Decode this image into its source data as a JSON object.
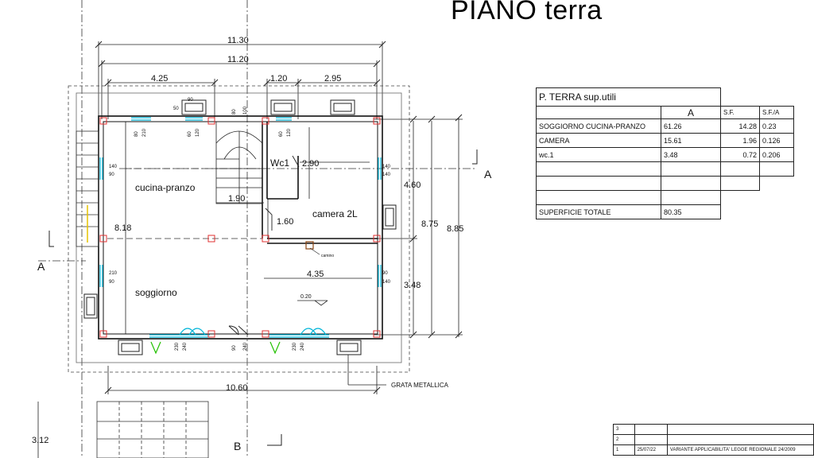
{
  "title": "PIANO terra",
  "dims": {
    "top_total_outer": "11.30",
    "top_total_inner": "11.20",
    "top_left": "4.25",
    "top_mid": "1.20",
    "top_right": "2.95",
    "wc_width": "2.90",
    "stair_width": "1.90",
    "wc_height": "1.60",
    "camera_width": "4.35",
    "right_upper": "4.60",
    "right_lower": "3.48",
    "right_inner": "8.75",
    "right_outer": "8.85",
    "left_height": "8.18",
    "bottom_total": "10.60",
    "bottom_stair_height": "3.12",
    "level": "0.20"
  },
  "rooms": {
    "cucina": "cucina-pranzo",
    "soggiorno": "soggiorno",
    "wc": "Wc1",
    "camera": "camera 2L",
    "camino": "camino"
  },
  "window_labels": {
    "w1_a": "80",
    "w1_b": "210",
    "w2_a": "60",
    "w2_b": "120",
    "w3_a": "60",
    "w3_b": "120",
    "stair_a": "80",
    "stair_b": "100",
    "top_50": "50",
    "top_90": "90",
    "left_a": "140",
    "left_b": "90",
    "left2_a": "210",
    "left2_b": "90",
    "right_a": "140",
    "right_b": "140",
    "right2_a": "90",
    "right2_b": "140",
    "bot1_a": "230",
    "bot1_b": "240",
    "bot2_a": "90",
    "bot2_b": "240",
    "bot3_a": "230",
    "bot3_b": "240"
  },
  "section_marks": {
    "a": "A",
    "b": "B"
  },
  "annotation_grata": "GRATA METALLICA",
  "areas_table": {
    "title": "P. TERRA  sup.utili",
    "col_a": "A",
    "col_sf": "S.F.",
    "col_sfa": "S.F./A",
    "rows": [
      {
        "name": "SOGGIORNO  CUCINA-PRANZO",
        "a": "61.26",
        "sf": "14.28",
        "sfa": "0.23"
      },
      {
        "name": "CAMERA",
        "a": "15.61",
        "sf": "1.96",
        "sfa": "0.126"
      },
      {
        "name": "wc.1",
        "a": "3.48",
        "sf": "0.72",
        "sfa": "0.206"
      }
    ],
    "total_label": "SUPERFICIE  TOTALE",
    "total_value": "80.35"
  },
  "revisions": [
    {
      "n": "3",
      "date": "",
      "desc": ""
    },
    {
      "n": "2",
      "date": "",
      "desc": ""
    },
    {
      "n": "1",
      "date": "25/07/22",
      "desc": "VARIANTE APPLICABILITA' LEGGE REGIONALE 24/2009"
    }
  ]
}
